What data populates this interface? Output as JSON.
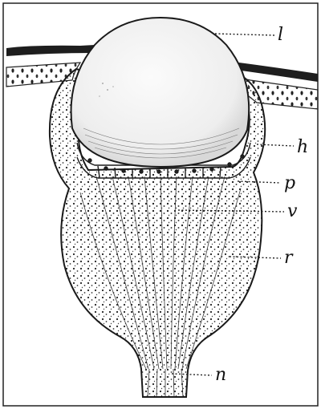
{
  "figure": {
    "labels": {
      "l": "l",
      "h": "h",
      "p": "p",
      "v": "v",
      "r": "r",
      "n": "n"
    },
    "colors": {
      "ink": "#1a1a1a",
      "paper": "#ffffff",
      "lens": "#f3f3f3"
    }
  }
}
